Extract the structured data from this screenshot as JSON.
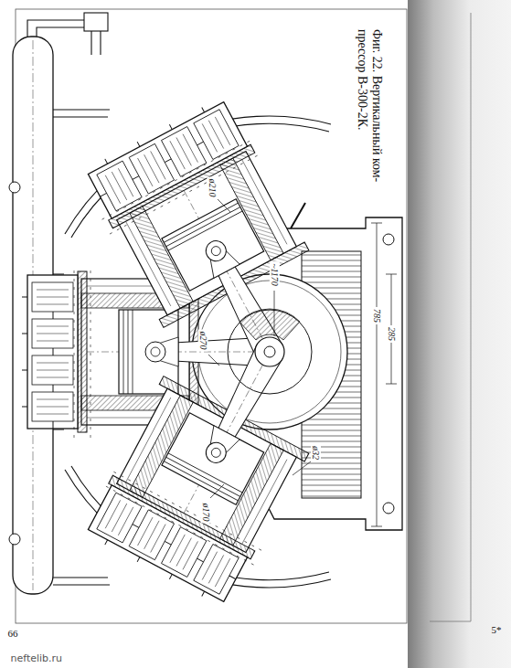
{
  "diagram": {
    "caption": "Фиг. 22. Вертикальный ком- прессор В-300-2К.",
    "labels": [
      "ø210",
      "ø270",
      "ø170",
      "~1170",
      "ø32",
      "785",
      "285",
      "66",
      "5*",
      "neftelib.ru"
    ]
  }
}
